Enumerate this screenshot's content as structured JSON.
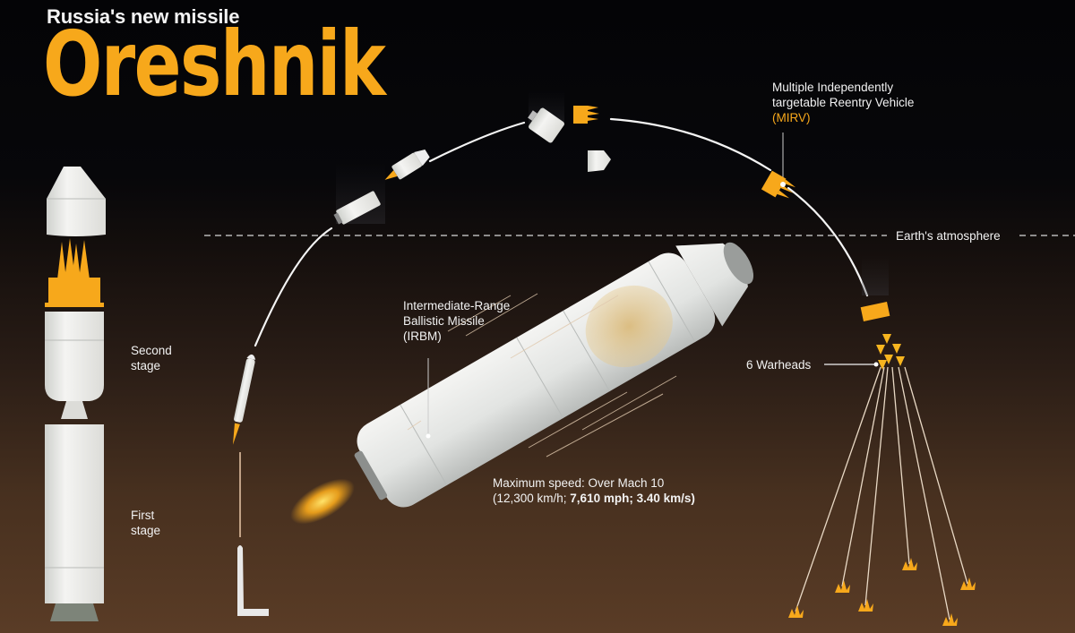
{
  "header": {
    "subtitle": "Russia's new missile",
    "title": "Oreshnik"
  },
  "labels": {
    "mirv_line1": "Multiple Independently",
    "mirv_line2": "targetable Reentry Vehicle",
    "mirv_abbr": "(MIRV)",
    "atmosphere": "Earth's atmosphere",
    "irbm_line1": "Intermediate-Range",
    "irbm_line2": "Ballistic Missile",
    "irbm_abbr": "(IRBM)",
    "speed_line1": "Maximum speed: Over Mach 10",
    "speed_line2_prefix": "(12,300 km/h; ",
    "speed_mph": "7,610 mph; 3.40 km/s)",
    "warheads": "6 Warheads",
    "second_stage_1": "Second",
    "second_stage_2": "stage",
    "first_stage_1": "First",
    "first_stage_2": "stage"
  },
  "colors": {
    "accent": "#f7a81b",
    "text": "#f2f2f2",
    "bg_top": "#040406",
    "bg_bottom": "#5a3c26"
  }
}
